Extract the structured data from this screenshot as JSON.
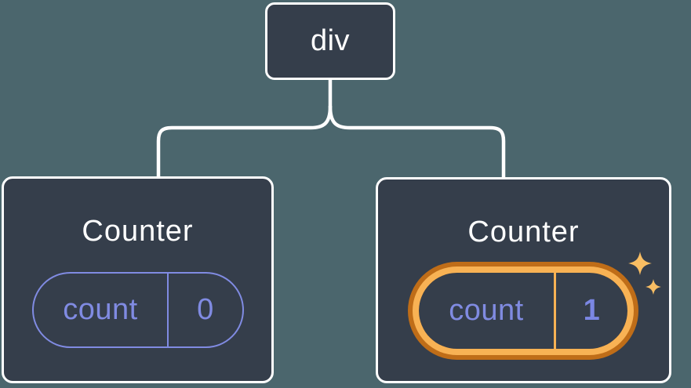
{
  "diagram": {
    "root": {
      "label": "div"
    },
    "cards": [
      {
        "title": "Counter",
        "state_pill": {
          "label": "count",
          "value": "0"
        },
        "highlighted": false
      },
      {
        "title": "Counter",
        "state_pill": {
          "label": "count",
          "value": "1"
        },
        "highlighted": true
      }
    ],
    "colors": {
      "background": "#4b666d",
      "node_fill": "#353e4b",
      "node_border": "#ffffff",
      "connector": "#ffffff",
      "state_accent_purple": "#808be2",
      "highlight_ring_outer": "#bf6d18",
      "highlight_ring_inner": "#f8b254",
      "sparkle": "#f9be63"
    }
  }
}
